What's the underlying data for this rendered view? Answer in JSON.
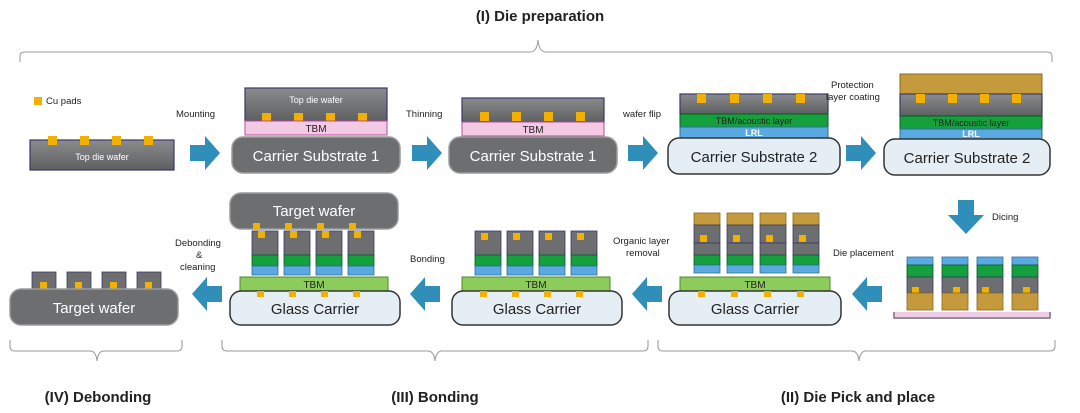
{
  "sections": {
    "die_preparation": "(I) Die preparation",
    "die_pick_place": "(II) Die Pick and place",
    "bonding": "(III) Bonding",
    "debonding": "(IV) Debonding"
  },
  "labels": {
    "cu_pads": "Cu pads",
    "top_die_wafer": "Top die wafer",
    "tbm": "TBM",
    "carrier_substrate_1": "Carrier Substrate 1",
    "carrier_substrate_2": "Carrier Substrate 2",
    "tbm_acoustic": "TBM/acoustic layer",
    "lrl": "LRL",
    "target_wafer": "Target wafer",
    "glass_carrier": "Glass Carrier"
  },
  "steps": {
    "mounting": "Mounting",
    "thinning": "Thinning",
    "wafer_flip": "wafer flip",
    "protection_1": "Protection",
    "protection_2": "layer coating",
    "dicing": "Dicing",
    "die_placement": "Die placement",
    "organic_1": "Organic layer",
    "organic_2": "removal",
    "bonding": "Bonding",
    "debonding_1": "Debonding",
    "debonding_2": "&",
    "debonding_3": "cleaning"
  },
  "colors": {
    "die_gray": "#6d6e70",
    "cu_pad": "#f2b100",
    "tbm_pink": "#f4c9e4",
    "green": "#14a03c",
    "lrl_blue": "#5aa9e0",
    "gold": "#c49a3c",
    "glass": "#e6eef5",
    "tbm_green": "#8ccc5a",
    "arrow": "#2f8fb8"
  }
}
